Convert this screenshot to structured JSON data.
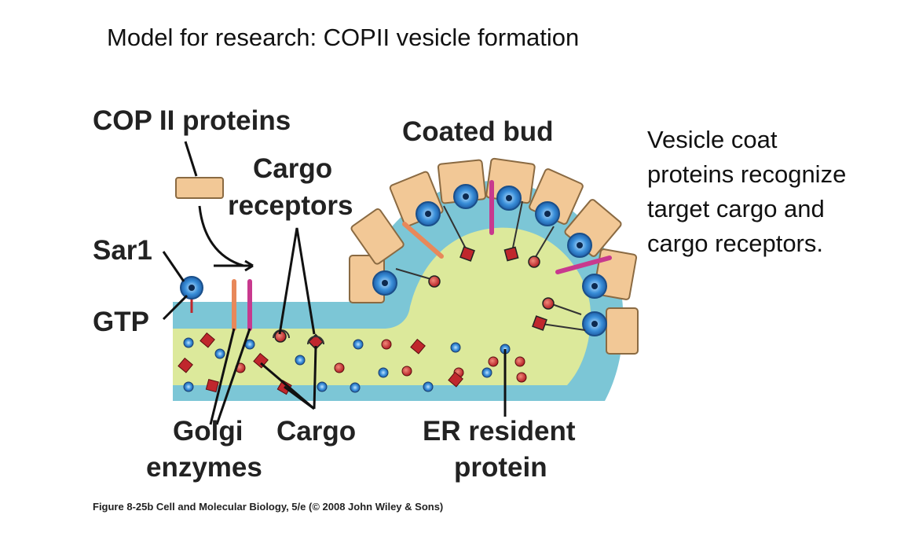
{
  "title": "Model for research: COPII vesicle formation",
  "side_note": [
    "Vesicle coat",
    "proteins recognize",
    "target cargo and",
    "cargo receptors."
  ],
  "caption": "Figure 8-25b  Cell and Molecular Biology, 5/e (© 2008 John Wiley & Sons)",
  "labels": {
    "copii": "COP II  proteins",
    "coated_bud": "Coated bud",
    "cargo_receptors_1": "Cargo",
    "cargo_receptors_2": "receptors",
    "sar1": "Sar1",
    "gtp": "GTP",
    "golgi_1": "Golgi",
    "golgi_2": "enzymes",
    "cargo": "Cargo",
    "er_1": "ER resident",
    "er_2": "protein"
  },
  "colors": {
    "membrane": "#7cc6d6",
    "lumen": "#dce99b",
    "coat": "#f2c896",
    "coat_border": "#8a6a42",
    "sar1": "#3a8fd9",
    "cargo": "#c0272d",
    "receptor_orange": "#e8885a",
    "receptor_magenta": "#c8398e",
    "resident": "#2f5fb0"
  }
}
